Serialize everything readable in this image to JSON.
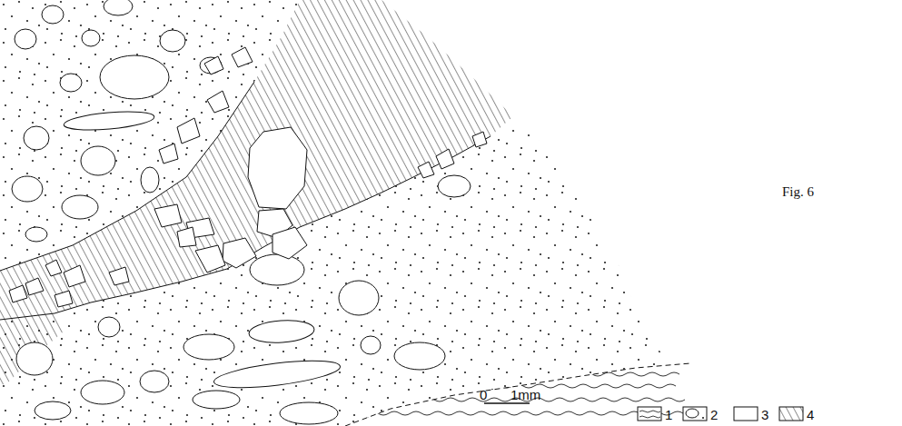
{
  "diagram": {
    "labels": [
      "Fig. 6",
      "0",
      "1mm"
    ],
    "legend": [
      {
        "text": "1"
      },
      {
        "text": "2"
      },
      {
        "text": "3"
      },
      {
        "text": "4"
      }
    ]
  }
}
